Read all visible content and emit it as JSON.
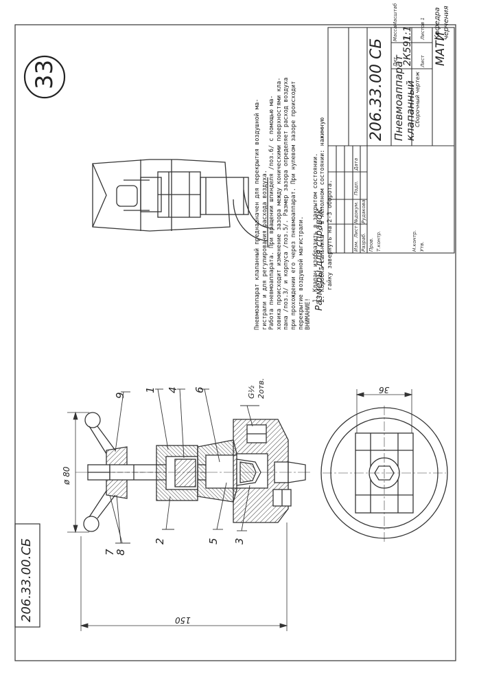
{
  "sheet": {
    "page_number": "33",
    "margin_code": "206.33.00.СБ",
    "description": [
      "Пневмоаппарат клапанный предназначен для перекрытия воздушной ма-",
      "гистрали и для регулирования расхода воздуха.",
      "Работа пневмоаппарата. При вращении шпинделя /поз.6/ с помощью ма-",
      "ховика происходит изменение зазора между коническими поверхностями кла-",
      "пана /поз.3/ и корпуса /поз.5/. Размер зазора определяет расход воздуха",
      "при прохождении его через пневмоаппарат. При нулевом зазоре происходит",
      "перекрытие воздушной магистрали."
    ],
    "attention_title": "ВНИМАНИЕ!",
    "attention_notes": [
      "1. Клапан изобразить в закрытом состоянии.",
      "2. Коробка сальника – в неполном состоянии: нажимную",
      "гайку завернуть на 2-3 оборота."
    ],
    "reference_note": "Размеры-для справок."
  },
  "callouts": [
    "1",
    "2",
    "3",
    "4",
    "5",
    "6",
    "7",
    "8",
    "9"
  ],
  "dimensions": {
    "diameter": "ø 80",
    "height": "150",
    "width": "36",
    "thread": "G½",
    "holes": "2отв."
  },
  "title_block": {
    "designation": "206.33.00 СБ",
    "name_line1": "Пневмоаппарат",
    "name_line2": "клапанный",
    "doc_type": "Сборочный чертеж",
    "col_lit": "Лит.",
    "col_mass": "Масса",
    "col_scale": "Масштаб",
    "scale": "1:1",
    "mass": "2К591",
    "sheet_label": "Лист",
    "sheets_label": "Листов 1",
    "org_line1": "МАТИ",
    "org_line2": "Кафедра",
    "org_line3": "черчения",
    "rows_labels": [
      "Изм.",
      "Лист",
      "№докум.",
      "Подп.",
      "Дата"
    ],
    "role_dev": "Разраб.",
    "role_dev_name": "Рудакова",
    "role_check": "Пров.",
    "role_tcontrol": "Т.контр.",
    "role_ncontrol": "Н.контр.",
    "role_approved": "Утв."
  }
}
